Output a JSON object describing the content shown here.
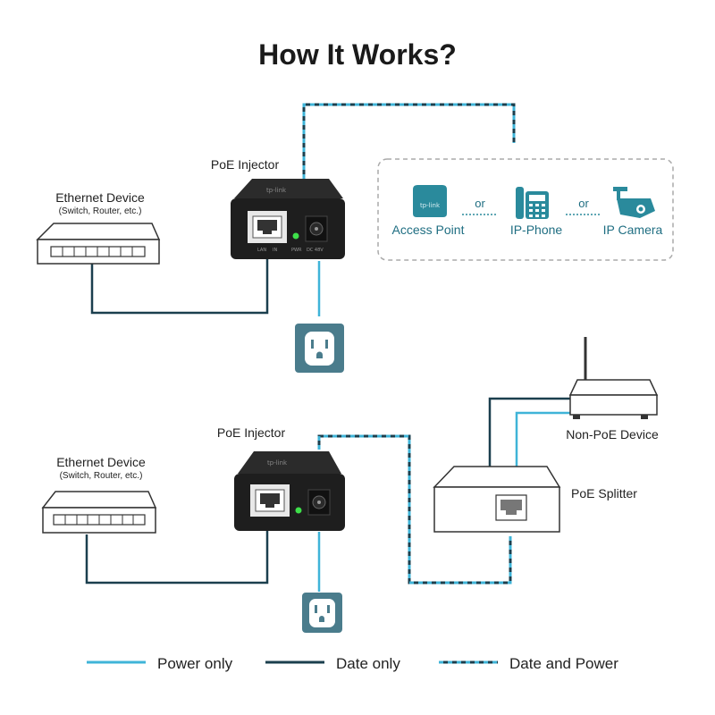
{
  "title": "How It Works?",
  "top": {
    "ethernet_device": {
      "name": "Ethernet Device",
      "sub": "(Switch, Router, etc.)"
    },
    "injector_label": "PoE Injector",
    "injector_port_labels": {
      "lan": "LAN",
      "in": "IN",
      "pwr": "PWR",
      "dc": "DC  48V"
    },
    "devices": [
      {
        "label": "Access Point",
        "icon": "access-point-icon"
      },
      {
        "label": "IP-Phone",
        "icon": "ip-phone-icon"
      },
      {
        "label": "IP Camera",
        "icon": "ip-camera-icon"
      }
    ],
    "or_text": "or"
  },
  "bottom": {
    "ethernet_device": {
      "name": "Ethernet Device",
      "sub": "(Switch, Router, etc.)"
    },
    "injector_label": "PoE Injector",
    "non_poe_label": "Non-PoE Device",
    "splitter_label": "PoE Splitter"
  },
  "legend": [
    {
      "label": "Power only",
      "style": "power"
    },
    {
      "label": "Date only",
      "style": "data"
    },
    {
      "label": "Date and Power",
      "style": "both"
    }
  ],
  "colors": {
    "power_line": "#3fb4d8",
    "data_line": "#1b3f4e",
    "teal": "#2a8a9c",
    "outlet_bg": "#4a7c8c",
    "injector_body": "#1e1e1e"
  }
}
